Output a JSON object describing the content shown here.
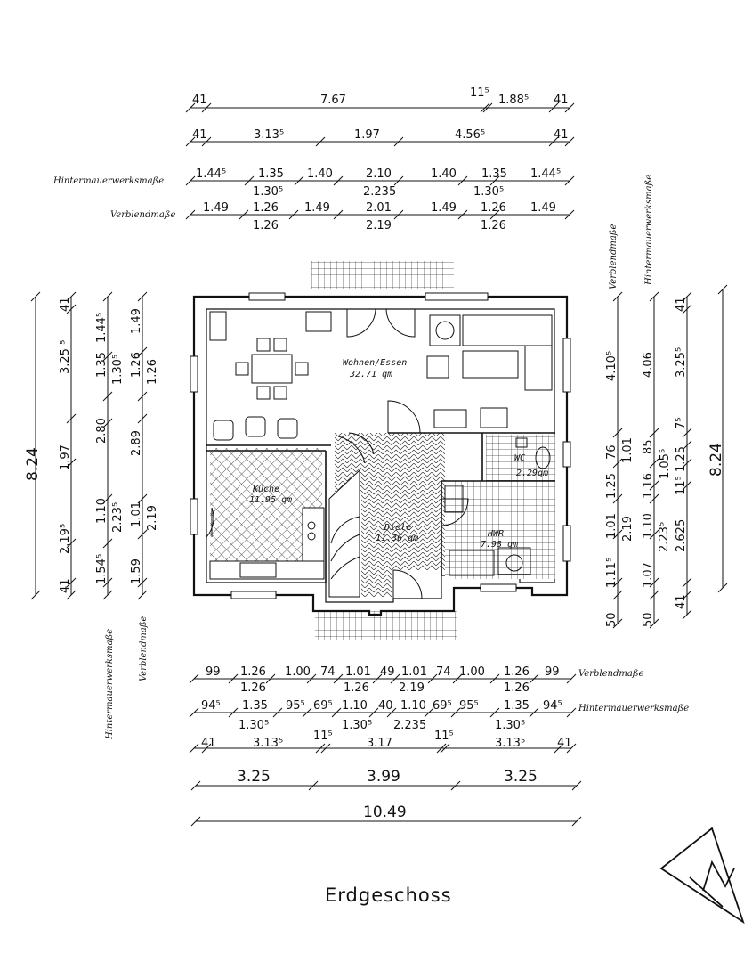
{
  "title": "Erdgeschoss",
  "labels": {
    "hinter": "Hintermauerwerksmaße",
    "verblend": "Verblendmaße"
  },
  "rooms": {
    "wohnen_name": "Wohnen/Essen",
    "wohnen_area": "32.71 qm",
    "kueche_name": "Küche",
    "kueche_area": "11.95 qm",
    "diele_name": "Diele",
    "diele_area": "11.36 qm",
    "wc_name": "WC",
    "wc_area": "2.29qm",
    "hwr_name": "HWR",
    "hwr_area": "7.98 qm"
  },
  "top": {
    "r1": [
      "41",
      "7.67",
      "11⁵",
      "1.88⁵",
      "41"
    ],
    "r2": [
      "41",
      "3.13⁵",
      "1.97",
      "4.56⁵",
      "41"
    ],
    "r3a": [
      "1.44⁵",
      "1.35",
      "1.40",
      "2.10",
      "1.40",
      "1.35",
      "1.44⁵"
    ],
    "r3b": [
      "1.30⁵",
      "2.235",
      "1.30⁵"
    ],
    "r4a": [
      "1.49",
      "1.26",
      "1.49",
      "2.01",
      "1.49",
      "1.26",
      "1.49"
    ],
    "r4b": [
      "1.26",
      "2.19",
      "1.26"
    ]
  },
  "bottom": {
    "r1a": [
      "99",
      "1.26",
      "1.00",
      "74",
      "1.01",
      "49",
      "1.01",
      "74",
      "1.00",
      "1.26",
      "99"
    ],
    "r1b": [
      "1.26",
      "1.26",
      "2.19",
      "1.26"
    ],
    "r2a": [
      "94⁵",
      "1.35",
      "95⁵",
      "69⁵",
      "1.10",
      "40",
      "1.10",
      "69⁵",
      "95⁵",
      "1.35",
      "94⁵"
    ],
    "r2b": [
      "1.30⁵",
      "1.30⁵",
      "2.235",
      "1.30⁵"
    ],
    "r3": [
      "41",
      "3.13⁵",
      "11⁵",
      "3.17",
      "11⁵",
      "3.13⁵",
      "41"
    ],
    "r4": [
      "3.25",
      "3.99",
      "3.25"
    ],
    "r5": "10.49"
  },
  "left": {
    "total": "8.24",
    "c1": [
      "41",
      "3.25 ⁵",
      "1.97",
      "2.19⁵",
      "41"
    ],
    "c2": [
      "1.44⁵",
      "1.35",
      "1.30⁵",
      "2.80",
      "1.10",
      "2.23⁵",
      "1.54⁵"
    ],
    "c3": [
      "1.49",
      "1.26",
      "1.26",
      "2.89",
      "1.01",
      "2.19",
      "1.59"
    ]
  },
  "right": {
    "total": "8.24",
    "c1": [
      "4.10⁵",
      "76",
      "1.25",
      "1.01",
      "2.19",
      "1.11⁵",
      "50"
    ],
    "c2": [
      "4.06",
      "1.01",
      "85",
      "1.16",
      "1.10",
      "2.23⁵",
      "1.07",
      "50"
    ],
    "c3": [
      "41",
      "3.25⁵",
      "7⁵",
      "1.05⁵",
      "1.25",
      "11⁵",
      "2.625",
      "41"
    ]
  }
}
